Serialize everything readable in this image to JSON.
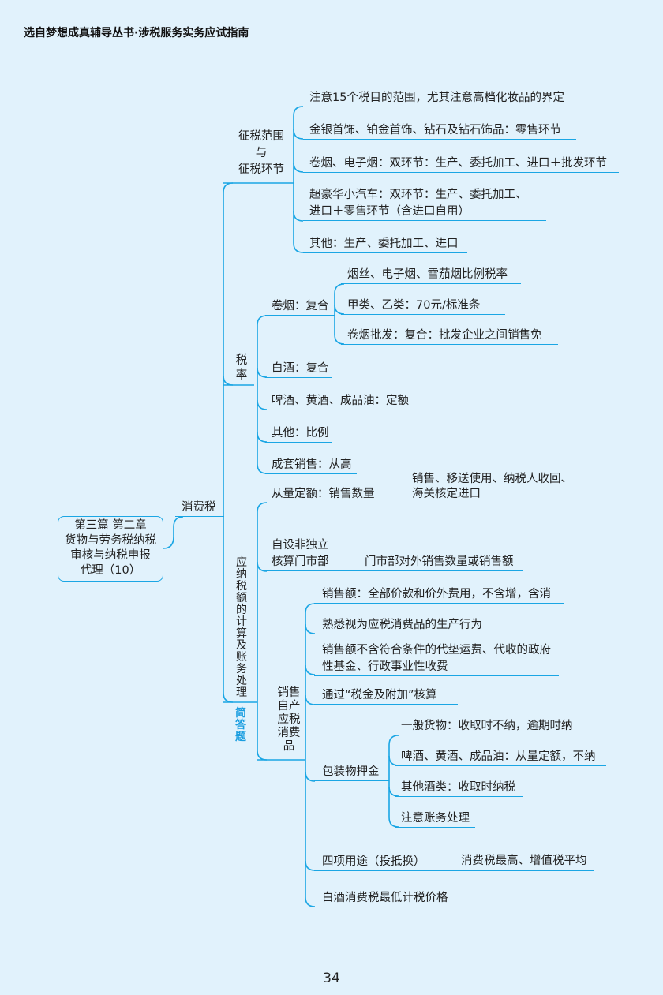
{
  "header": "选自梦想成真辅导丛书·涉税服务实务应试指南",
  "root": [
    "第三篇  第二章",
    "货物与劳务税纳税",
    "审核与纳税申报",
    "代理（10）"
  ],
  "level1": "消费税",
  "scope": {
    "title": [
      "征税范围",
      "与",
      "征税环节"
    ],
    "items": [
      [
        "注意15个税目的范围，尤其注意高档化妆品的界定"
      ],
      [
        "金银首饰、铂金首饰、钻石及钻石饰品：零售环节"
      ],
      [
        "卷烟、电子烟：双环节：生产、委托加工、进口＋批发环节"
      ],
      [
        "超豪华小汽车：双环节：生产、委托加工、",
        "进口＋零售环节（含进口自用）"
      ],
      [
        "其他：生产、委托加工、进口"
      ]
    ]
  },
  "rate": {
    "title": "税率",
    "cigarette": {
      "label": "卷烟：复合",
      "items": [
        "烟丝、电子烟、雪茄烟比例税率",
        "甲类、乙类：70元/标准条",
        "卷烟批发：复合：批发企业之间销售免"
      ]
    },
    "items": [
      "白酒：复合",
      "啤酒、黄酒、成品油：定额",
      "其他：比例",
      "成套销售：从高"
    ]
  },
  "calc": {
    "title": "应纳税额的计算及账务处理",
    "tag": "简答题",
    "specific": {
      "label": "从量定额：销售数量",
      "note": [
        "销售、移送使用、纳税人收回、",
        "海关核定进口"
      ]
    },
    "store": {
      "label": [
        "自设非独立",
        "核算门市部"
      ],
      "note": "门市部对外销售数量或销售额"
    },
    "self": {
      "title": "销售自产应税消费品",
      "items": [
        [
          "销售额：全部价款和价外费用，不含增，含消"
        ],
        [
          "熟悉视为应税消费品的生产行为"
        ],
        [
          "销售额不含符合条件的代垫运费、代收的政府",
          "性基金、行政事业性收费"
        ],
        [
          "通过“税金及附加”核算"
        ]
      ],
      "deposit": {
        "label": "包装物押金",
        "items": [
          "一般货物：收取时不纳，逾期时纳",
          "啤酒、黄酒、成品油：从量定额，不纳",
          "其他酒类：收取时纳税",
          "注意账务处理"
        ]
      },
      "four": {
        "label": "四项用途（投抵换）",
        "note": "消费税最高、增值税平均"
      },
      "liquor": "白酒消费税最低计税价格"
    }
  },
  "page_number": "34",
  "colors": {
    "background": "#e1f2fc",
    "line": "#1aa6e4",
    "accent": "#1a9ee0"
  }
}
